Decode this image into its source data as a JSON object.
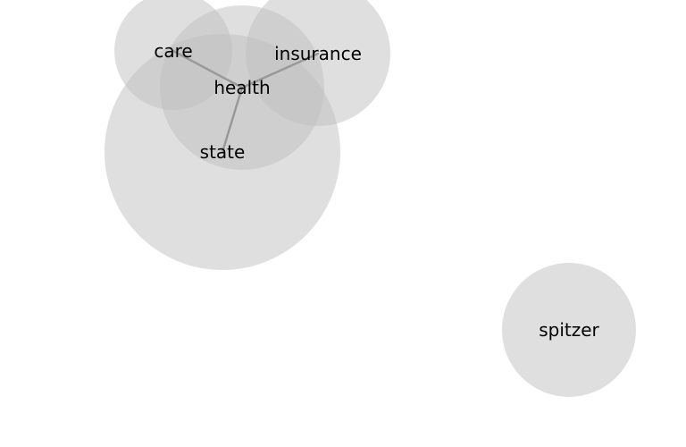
{
  "colors": {
    "bubble": "#bfbfbf",
    "edge": "#999999",
    "label": "#000000"
  },
  "nodes": [
    {
      "id": "state",
      "label": "state"
    },
    {
      "id": "care",
      "label": "care"
    },
    {
      "id": "insurance",
      "label": "insurance"
    },
    {
      "id": "health",
      "label": "health"
    },
    {
      "id": "spitzer",
      "label": "spitzer"
    }
  ],
  "edges": [
    {
      "from": "health",
      "to": "care"
    },
    {
      "from": "health",
      "to": "insurance"
    },
    {
      "from": "health",
      "to": "state"
    }
  ]
}
